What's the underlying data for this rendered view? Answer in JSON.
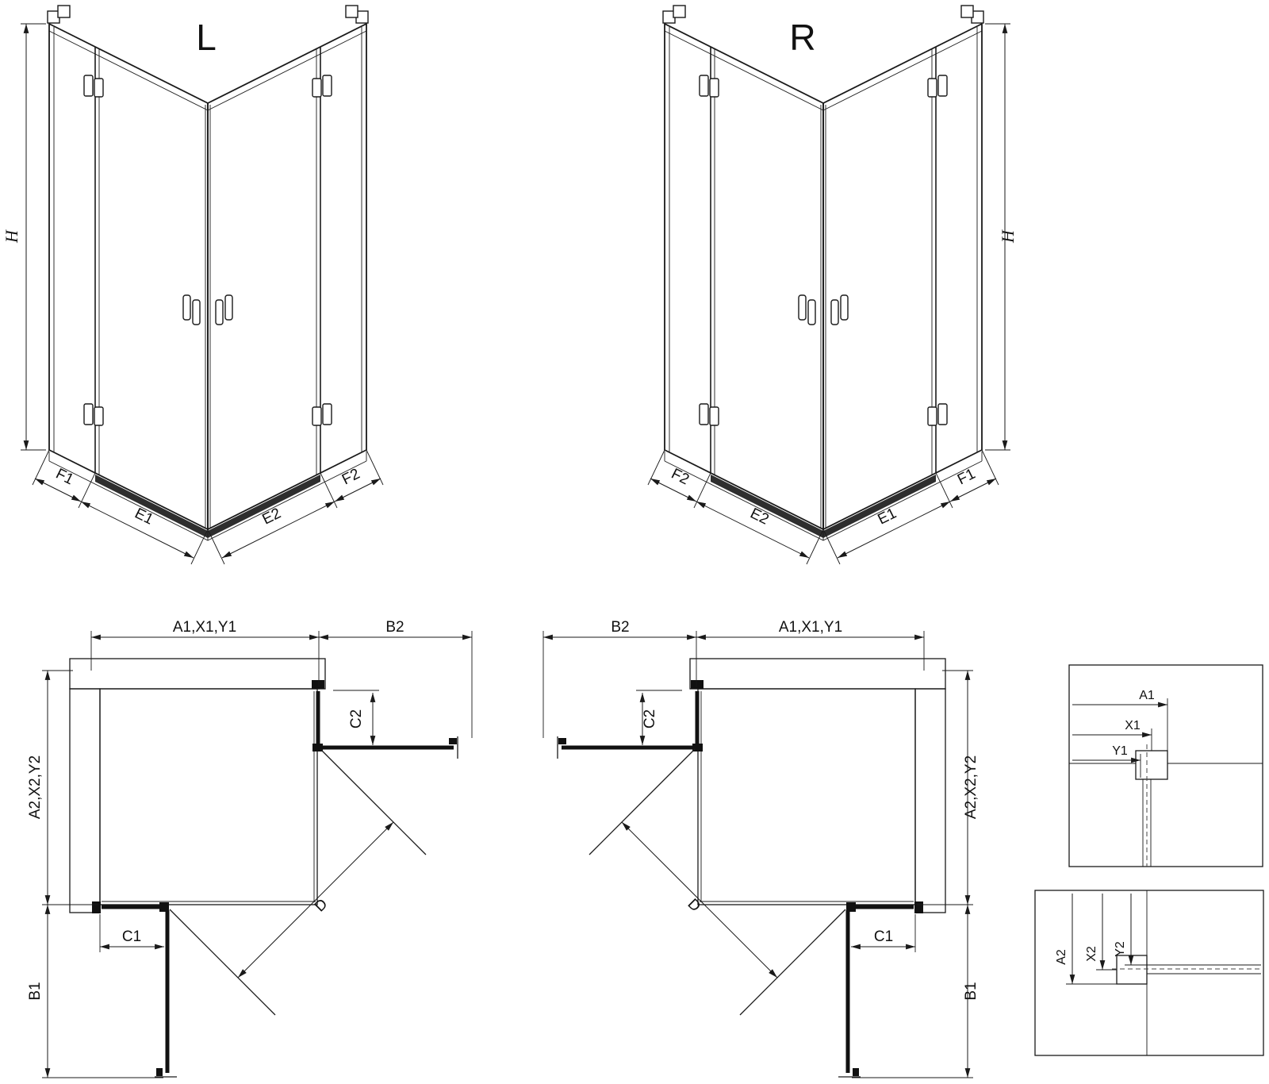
{
  "drawing": {
    "iso_left": {
      "variant_label": "L",
      "height_label": "H",
      "bottom_left_outer": "F1",
      "bottom_left_inner": "E1",
      "bottom_right_inner": "E2",
      "bottom_right_outer": "F2"
    },
    "iso_right": {
      "variant_label": "R",
      "height_label": "H",
      "bottom_left_outer": "F2",
      "bottom_left_inner": "E2",
      "bottom_right_inner": "E1",
      "bottom_right_outer": "F1"
    },
    "plan_left": {
      "top_width_label": "A1,X1,Y1",
      "top_door_extension_label": "B2",
      "right_fixed_panel_label": "C2",
      "left_depth_label": "A2,X2,Y2",
      "left_door_extension_label": "B1",
      "bottom_fixed_panel_label": "C1",
      "diagonal_label": "D"
    },
    "plan_right": {
      "top_width_label": "A1,X1,Y1",
      "top_door_extension_label": "B2",
      "left_fixed_panel_label": "C2",
      "right_depth_label": "A2,X2,Y2",
      "right_door_extension_label": "B1",
      "bottom_fixed_panel_label": "C1",
      "diagonal_label": "D"
    },
    "detail_top": {
      "dim_a": "A1",
      "dim_x": "X1",
      "dim_y": "Y1"
    },
    "detail_bottom": {
      "dim_a": "A2",
      "dim_x": "X2",
      "dim_y": "Y2"
    }
  }
}
